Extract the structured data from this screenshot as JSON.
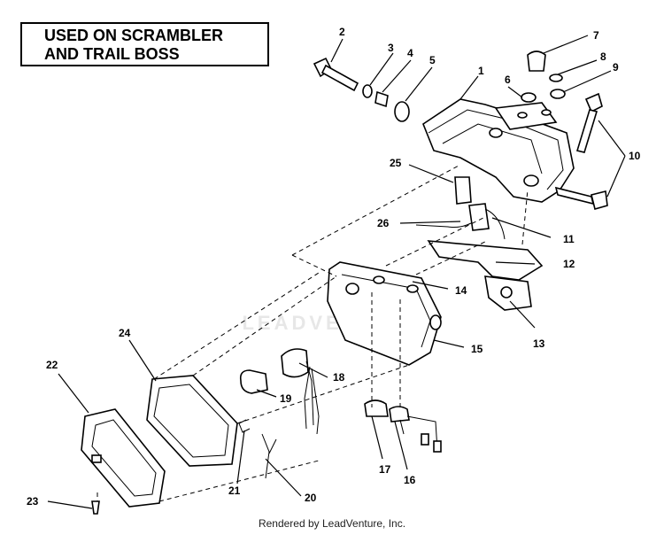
{
  "title": {
    "line1": "USED ON SCRAMBLER",
    "line2": "AND TRAIL BOSS"
  },
  "footer": "Rendered by LeadVenture, Inc.",
  "watermark": "LEADVENTURE",
  "callouts": [
    "1",
    "2",
    "3",
    "4",
    "5",
    "6",
    "7",
    "8",
    "9",
    "10",
    "11",
    "12",
    "13",
    "14",
    "15",
    "16",
    "17",
    "18",
    "19",
    "20",
    "21",
    "22",
    "23",
    "24",
    "25",
    "26"
  ]
}
